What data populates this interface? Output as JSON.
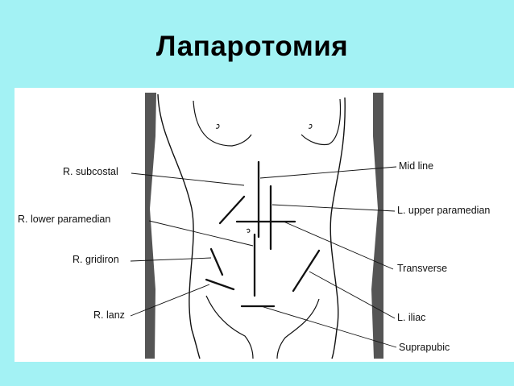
{
  "title": "Лапаротомия",
  "labels": {
    "r_subcostal": "R. subcostal",
    "r_lower_paramedian": "R. lower paramedian",
    "r_gridiron": "R. gridiron",
    "r_lanz": "R. lanz",
    "mid_line": "Mid line",
    "l_upper_paramedian": "L. upper paramedian",
    "transverse": "Transverse",
    "l_iliac": "L. iliac",
    "suprapubic": "Suprapubic"
  },
  "colors": {
    "background": "#a3f2f4",
    "figure_background": "#ffffff",
    "line": "#111111",
    "side_shading": "#555555"
  }
}
